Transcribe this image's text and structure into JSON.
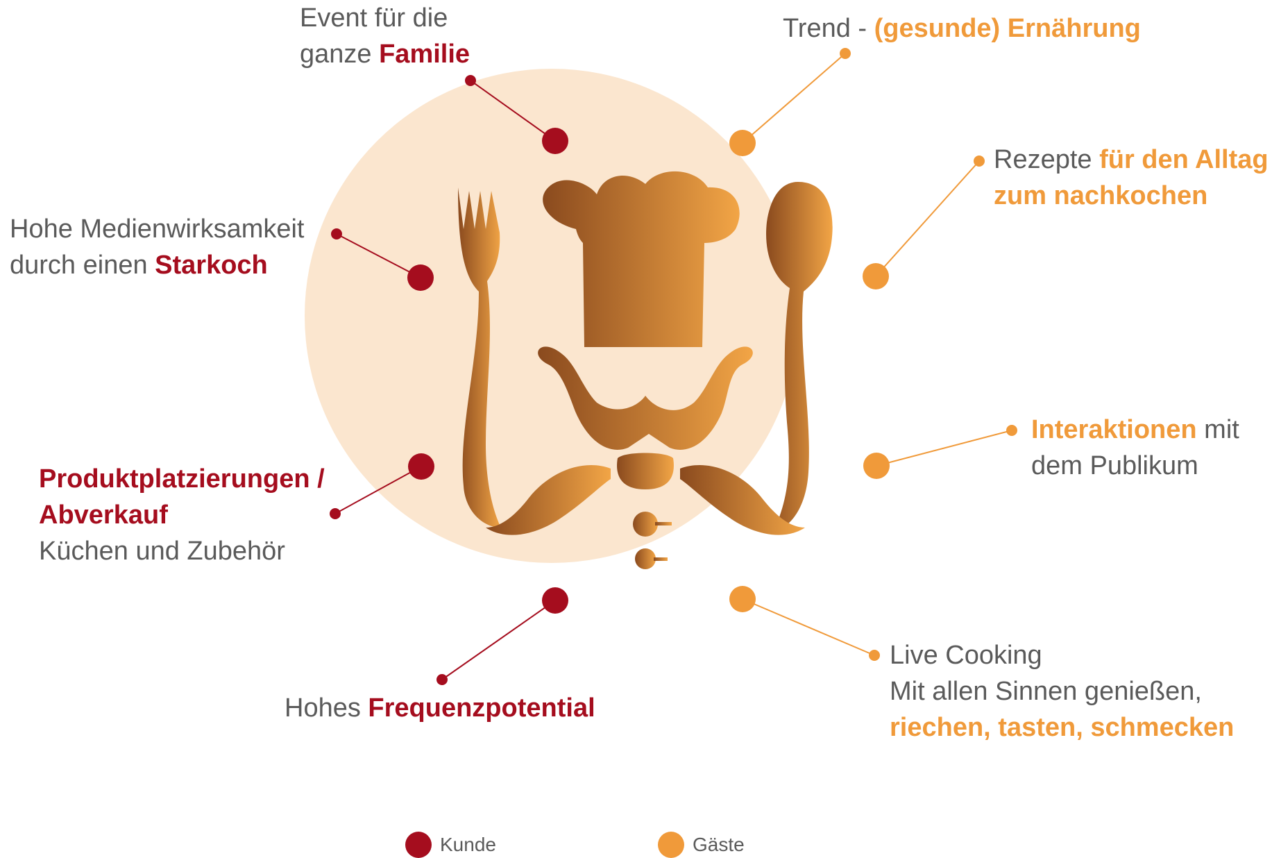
{
  "colors": {
    "kunde": "#a50d1e",
    "gaeste": "#f09a3a",
    "circle_bg": "#fbe6cf",
    "chef_dark": "#8a4a1e",
    "chef_light": "#f2a546",
    "text": "#5a5a5a"
  },
  "icons": {
    "center": "chef-with-fork-and-spoon-icon"
  },
  "labels": {
    "familie": {
      "line1": "Event für die",
      "line2_plain": "ganze ",
      "line2_hl": "Familie"
    },
    "ernaehrung": {
      "plain": "Trend - ",
      "hl": "(gesunde) Ernährung"
    },
    "starkoch": {
      "line1": "Hohe Medienwirksamkeit",
      "line2_plain": "durch einen ",
      "line2_hl": "Starkoch"
    },
    "rezepte": {
      "line1_plain": "Rezepte ",
      "line1_hl": "für den Alltag",
      "line2_hl": "zum nachkochen"
    },
    "produkt": {
      "line1_hl": "Produktplatzierungen /",
      "line2_hl": "Abverkauf",
      "line3": "Küchen und Zubehör"
    },
    "interaktionen": {
      "line1_hl": "Interaktionen",
      "line1_plain": " mit",
      "line2": "dem Publikum"
    },
    "frequenz": {
      "plain": "Hohes ",
      "hl": "Frequenzpotential"
    },
    "live": {
      "line1": "Live Cooking",
      "line2": "Mit allen Sinnen genießen,",
      "line3_hl": "riechen, tasten, schmecken"
    }
  },
  "legend": {
    "kunde": "Kunde",
    "gaeste": "Gäste"
  }
}
